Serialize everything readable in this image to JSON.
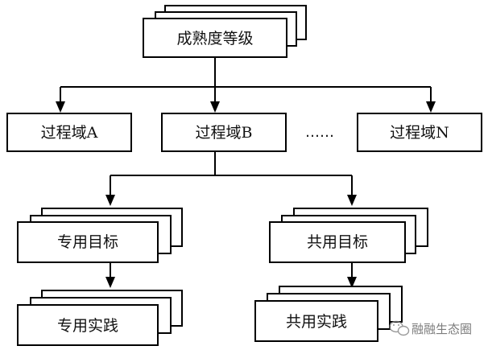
{
  "diagram": {
    "root": {
      "label": "成熟度等级"
    },
    "domains": [
      {
        "label": "过程域A"
      },
      {
        "label": "过程域B"
      },
      {
        "label": "过程域N"
      }
    ],
    "ellipsis": "……",
    "goals": [
      {
        "label": "专用目标"
      },
      {
        "label": "共用目标"
      }
    ],
    "practices": [
      {
        "label": "专用实践"
      },
      {
        "label": "共用实践"
      }
    ]
  },
  "watermark": {
    "text": "融融生态圈"
  }
}
